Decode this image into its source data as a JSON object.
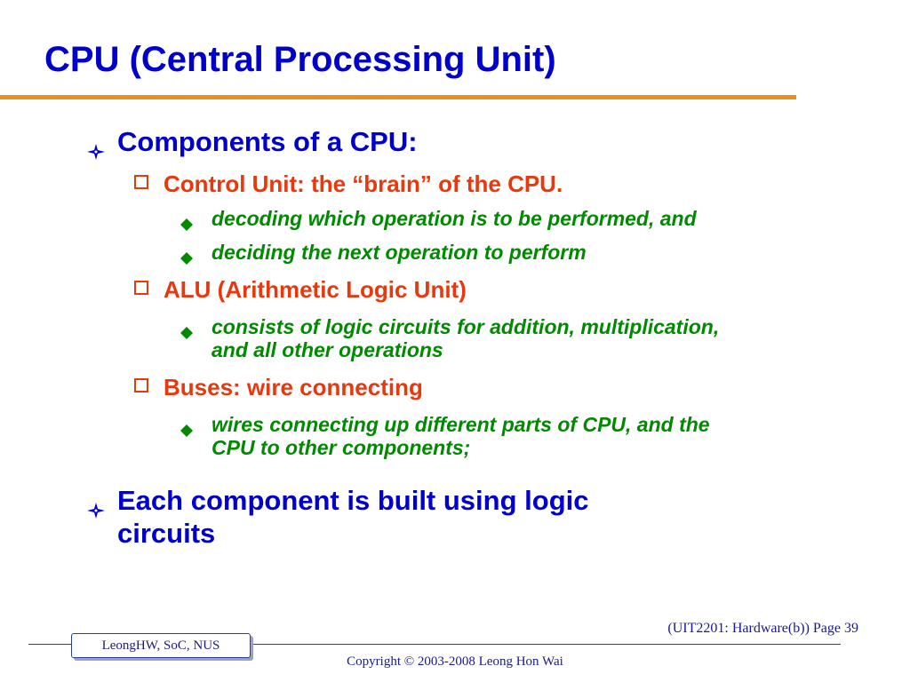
{
  "title": "CPU (Central Processing Unit)",
  "bullets": {
    "b1": "Components of a CPU:",
    "b1_1": "Control Unit: the “brain” of the CPU.",
    "b1_1_1": "decoding which operation is to be performed, and",
    "b1_1_2": "deciding the next operation to perform",
    "b1_2": "ALU (Arithmetic Logic Unit)",
    "b1_2_1_line1": "consists of logic circuits for addition, multiplication,",
    "b1_2_1_line2": "and all other operations",
    "b1_3": "Buses: wire connecting",
    "b1_3_1_line1": "wires connecting up different parts of CPU, and the",
    "b1_3_1_line2": "CPU to other components;",
    "b2_line1": "Each component is built using logic",
    "b2_line2": "circuits"
  },
  "footer": {
    "author": "LeongHW, SoC, NUS",
    "page": "(UIT2201: Hardware(b)) Page 39",
    "copyright": "Copyright © 2003-2008 Leong Hon Wai"
  },
  "colors": {
    "title": "#0000cc",
    "rule": "#e8901a",
    "level2": "#e8380d",
    "level3": "#008a00"
  },
  "icons": {
    "level1": "four-point-star-icon",
    "level2": "hollow-square-icon",
    "level3": "diamond-icon"
  }
}
